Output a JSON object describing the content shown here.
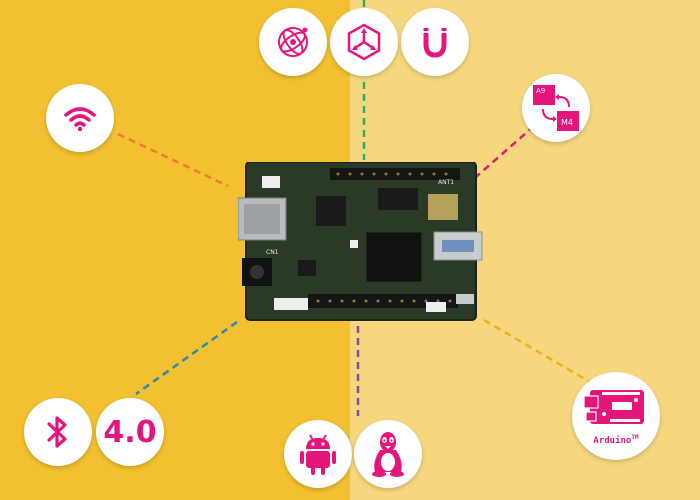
{
  "colors": {
    "bg_left": "#f2c030",
    "bg_right": "#f6d77e",
    "accent": "#e5157c",
    "pcb": "#2b3a26",
    "line_orange": "#f07a3a",
    "line_green": "#3aa66a",
    "line_pink": "#d81b73",
    "line_blue": "#2f86b0",
    "line_purple": "#7a4fa0",
    "line_yellow": "#e8b41e"
  },
  "badges": {
    "wifi": {
      "icon": "wifi-icon"
    },
    "atom": {
      "icon": "atom-icon"
    },
    "sensor": {
      "icon": "sensor-hub-icon"
    },
    "magnet": {
      "icon": "magnet-icon"
    },
    "cpu": {
      "icon": "dual-core-icon",
      "core_top": "A9",
      "core_bottom": "M4"
    },
    "bluetooth": {
      "icon": "bluetooth-icon"
    },
    "bt_version": {
      "icon": "bluetooth-version-icon",
      "number": "4.0"
    },
    "android": {
      "icon": "android-icon"
    },
    "linux": {
      "icon": "linux-tux-icon"
    },
    "arduino": {
      "icon": "arduino-board-icon",
      "label": "Arduino",
      "tm": "TM"
    }
  },
  "board": {
    "silk_top": "ANT1",
    "silk_cn": "CN1"
  }
}
